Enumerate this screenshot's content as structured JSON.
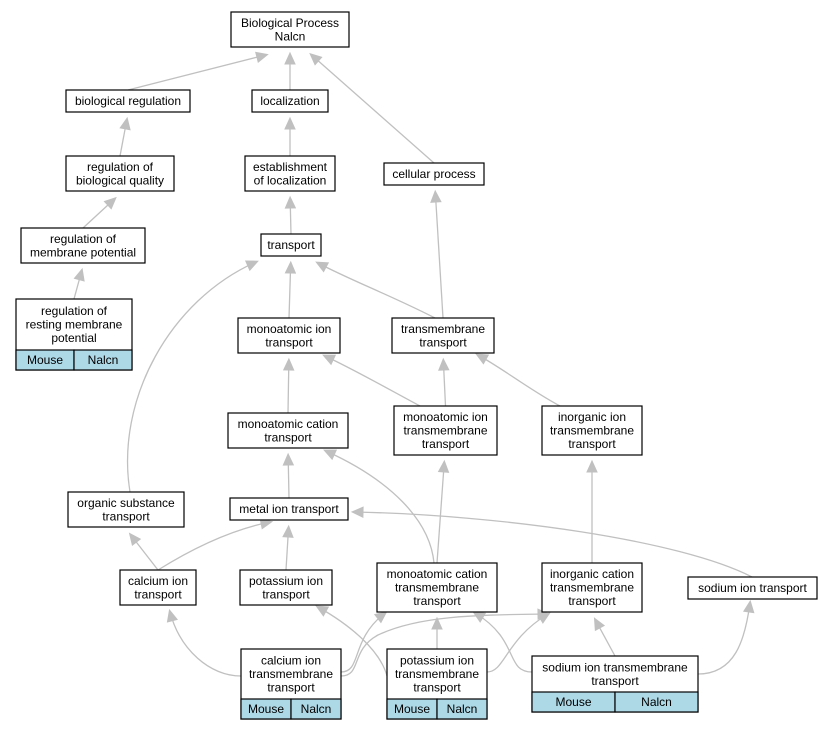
{
  "nodes": {
    "bp": {
      "lines": [
        "Biological Process",
        "Nalcn"
      ]
    },
    "bioreg": {
      "lines": [
        "biological regulation"
      ]
    },
    "local": {
      "lines": [
        "localization"
      ]
    },
    "regqual": {
      "lines": [
        "regulation of",
        "biological quality"
      ]
    },
    "estab": {
      "lines": [
        "establishment",
        "of localization"
      ]
    },
    "cellproc": {
      "lines": [
        "cellular process"
      ]
    },
    "regmem": {
      "lines": [
        "regulation of",
        "membrane potential"
      ]
    },
    "transport": {
      "lines": [
        "transport"
      ]
    },
    "regrest": {
      "lines": [
        "regulation of",
        "resting membrane",
        "potential"
      ],
      "tags": [
        "Mouse",
        "Nalcn"
      ]
    },
    "monoion": {
      "lines": [
        "monoatomic ion",
        "transport"
      ]
    },
    "tmtrans": {
      "lines": [
        "transmembrane",
        "transport"
      ]
    },
    "monocat": {
      "lines": [
        "monoatomic cation",
        "transport"
      ]
    },
    "monoiontm": {
      "lines": [
        "monoatomic ion",
        "transmembrane",
        "transport"
      ]
    },
    "inorgiontm": {
      "lines": [
        "inorganic ion",
        "transmembrane",
        "transport"
      ]
    },
    "orgsub": {
      "lines": [
        "organic substance",
        "transport"
      ]
    },
    "metal": {
      "lines": [
        "metal ion transport"
      ]
    },
    "calc": {
      "lines": [
        "calcium ion",
        "transport"
      ]
    },
    "potas": {
      "lines": [
        "potassium ion",
        "transport"
      ]
    },
    "monocattm": {
      "lines": [
        "monoatomic cation",
        "transmembrane",
        "transport"
      ]
    },
    "inorgcattm": {
      "lines": [
        "inorganic cation",
        "transmembrane",
        "transport"
      ]
    },
    "sodium": {
      "lines": [
        "sodium ion transport"
      ]
    },
    "calctm": {
      "lines": [
        "calcium ion",
        "transmembrane",
        "transport"
      ],
      "tags": [
        "Mouse",
        "Nalcn"
      ]
    },
    "potastm": {
      "lines": [
        "potassium ion",
        "transmembrane",
        "transport"
      ],
      "tags": [
        "Mouse",
        "Nalcn"
      ]
    },
    "sodiumtm": {
      "lines": [
        "sodium ion transmembrane",
        "transport"
      ],
      "tags": [
        "Mouse",
        "Nalcn"
      ]
    }
  },
  "edges": [
    [
      "bioreg",
      "bp"
    ],
    [
      "local",
      "bp"
    ],
    [
      "cellproc",
      "bp"
    ],
    [
      "regqual",
      "bioreg"
    ],
    [
      "estab",
      "local"
    ],
    [
      "regmem",
      "regqual"
    ],
    [
      "transport",
      "estab"
    ],
    [
      "regrest",
      "regmem"
    ],
    [
      "monoion",
      "transport"
    ],
    [
      "tmtrans",
      "transport"
    ],
    [
      "tmtrans",
      "cellproc"
    ],
    [
      "monocat",
      "monoion"
    ],
    [
      "monoiontm",
      "monoion"
    ],
    [
      "monoiontm",
      "tmtrans"
    ],
    [
      "inorgiontm",
      "tmtrans"
    ],
    [
      "orgsub",
      "transport"
    ],
    [
      "metal",
      "monocat"
    ],
    [
      "calc",
      "metal"
    ],
    [
      "calc",
      "orgsub"
    ],
    [
      "potas",
      "metal"
    ],
    [
      "monocattm",
      "monocat"
    ],
    [
      "monocattm",
      "monoiontm"
    ],
    [
      "inorgcattm",
      "inorgiontm"
    ],
    [
      "sodium",
      "metal"
    ],
    [
      "calctm",
      "calc"
    ],
    [
      "calctm",
      "monocattm"
    ],
    [
      "calctm",
      "inorgcattm"
    ],
    [
      "potastm",
      "potas"
    ],
    [
      "potastm",
      "monocattm"
    ],
    [
      "potastm",
      "inorgcattm"
    ],
    [
      "sodiumtm",
      "sodium"
    ],
    [
      "sodiumtm",
      "monocattm"
    ],
    [
      "sodiumtm",
      "inorgcattm"
    ]
  ]
}
